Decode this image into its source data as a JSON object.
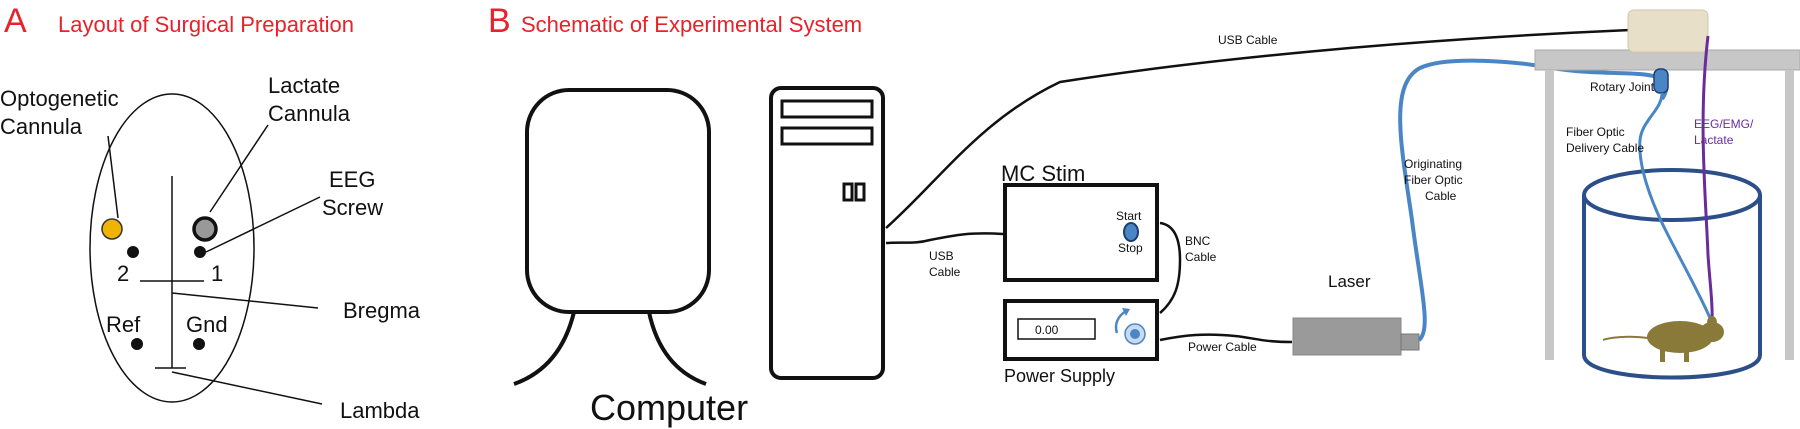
{
  "panel_a": {
    "letter": "A",
    "title": "Layout of Surgical Preparation",
    "labels": {
      "opto_line1": "Optogenetic",
      "opto_line2": "Cannula",
      "lact_line1": "Lactate",
      "lact_line2": "Cannula",
      "eeg_line1": "EEG",
      "eeg_line2": "Screw",
      "num2": "2",
      "num1": "1",
      "ref": "Ref",
      "gnd": "Gnd",
      "bregma": "Bregma",
      "lambda": "Lambda"
    },
    "colors": {
      "opto_cannula": "#f0b400",
      "lactate_cannula": "#999999"
    }
  },
  "panel_b": {
    "letter": "B",
    "title": "Schematic of Experimental System",
    "labels": {
      "computer": "Computer",
      "usb_cable_top": "USB Cable",
      "usb_cable_1": "USB",
      "usb_cable_2": "Cable",
      "mc_stim": "MC Stim",
      "start": "Start",
      "stop": "Stop",
      "bnc_1": "BNC",
      "bnc_2": "Cable",
      "power_supply": "Power Supply",
      "display_value": "0.00",
      "power_cable": "Power Cable",
      "laser": "Laser",
      "orig_1": "Originating",
      "orig_2": "Fiber Optic",
      "orig_3": "Cable",
      "rotary_joint": "Rotary Joint",
      "deliv_1": "Fiber Optic",
      "deliv_2": "Delivery Cable",
      "eeg_1": "EEG/EMG/",
      "eeg_2": "Lactate"
    },
    "colors": {
      "fiber": "#4a86c5",
      "eeg_cable": "#6a2c9a",
      "laser": "#9a9a9a",
      "mouse": "#8a7a3a",
      "table": "#c7c7c7",
      "commutator": "#e8dfc8",
      "cage": "#2c4f8a"
    }
  }
}
